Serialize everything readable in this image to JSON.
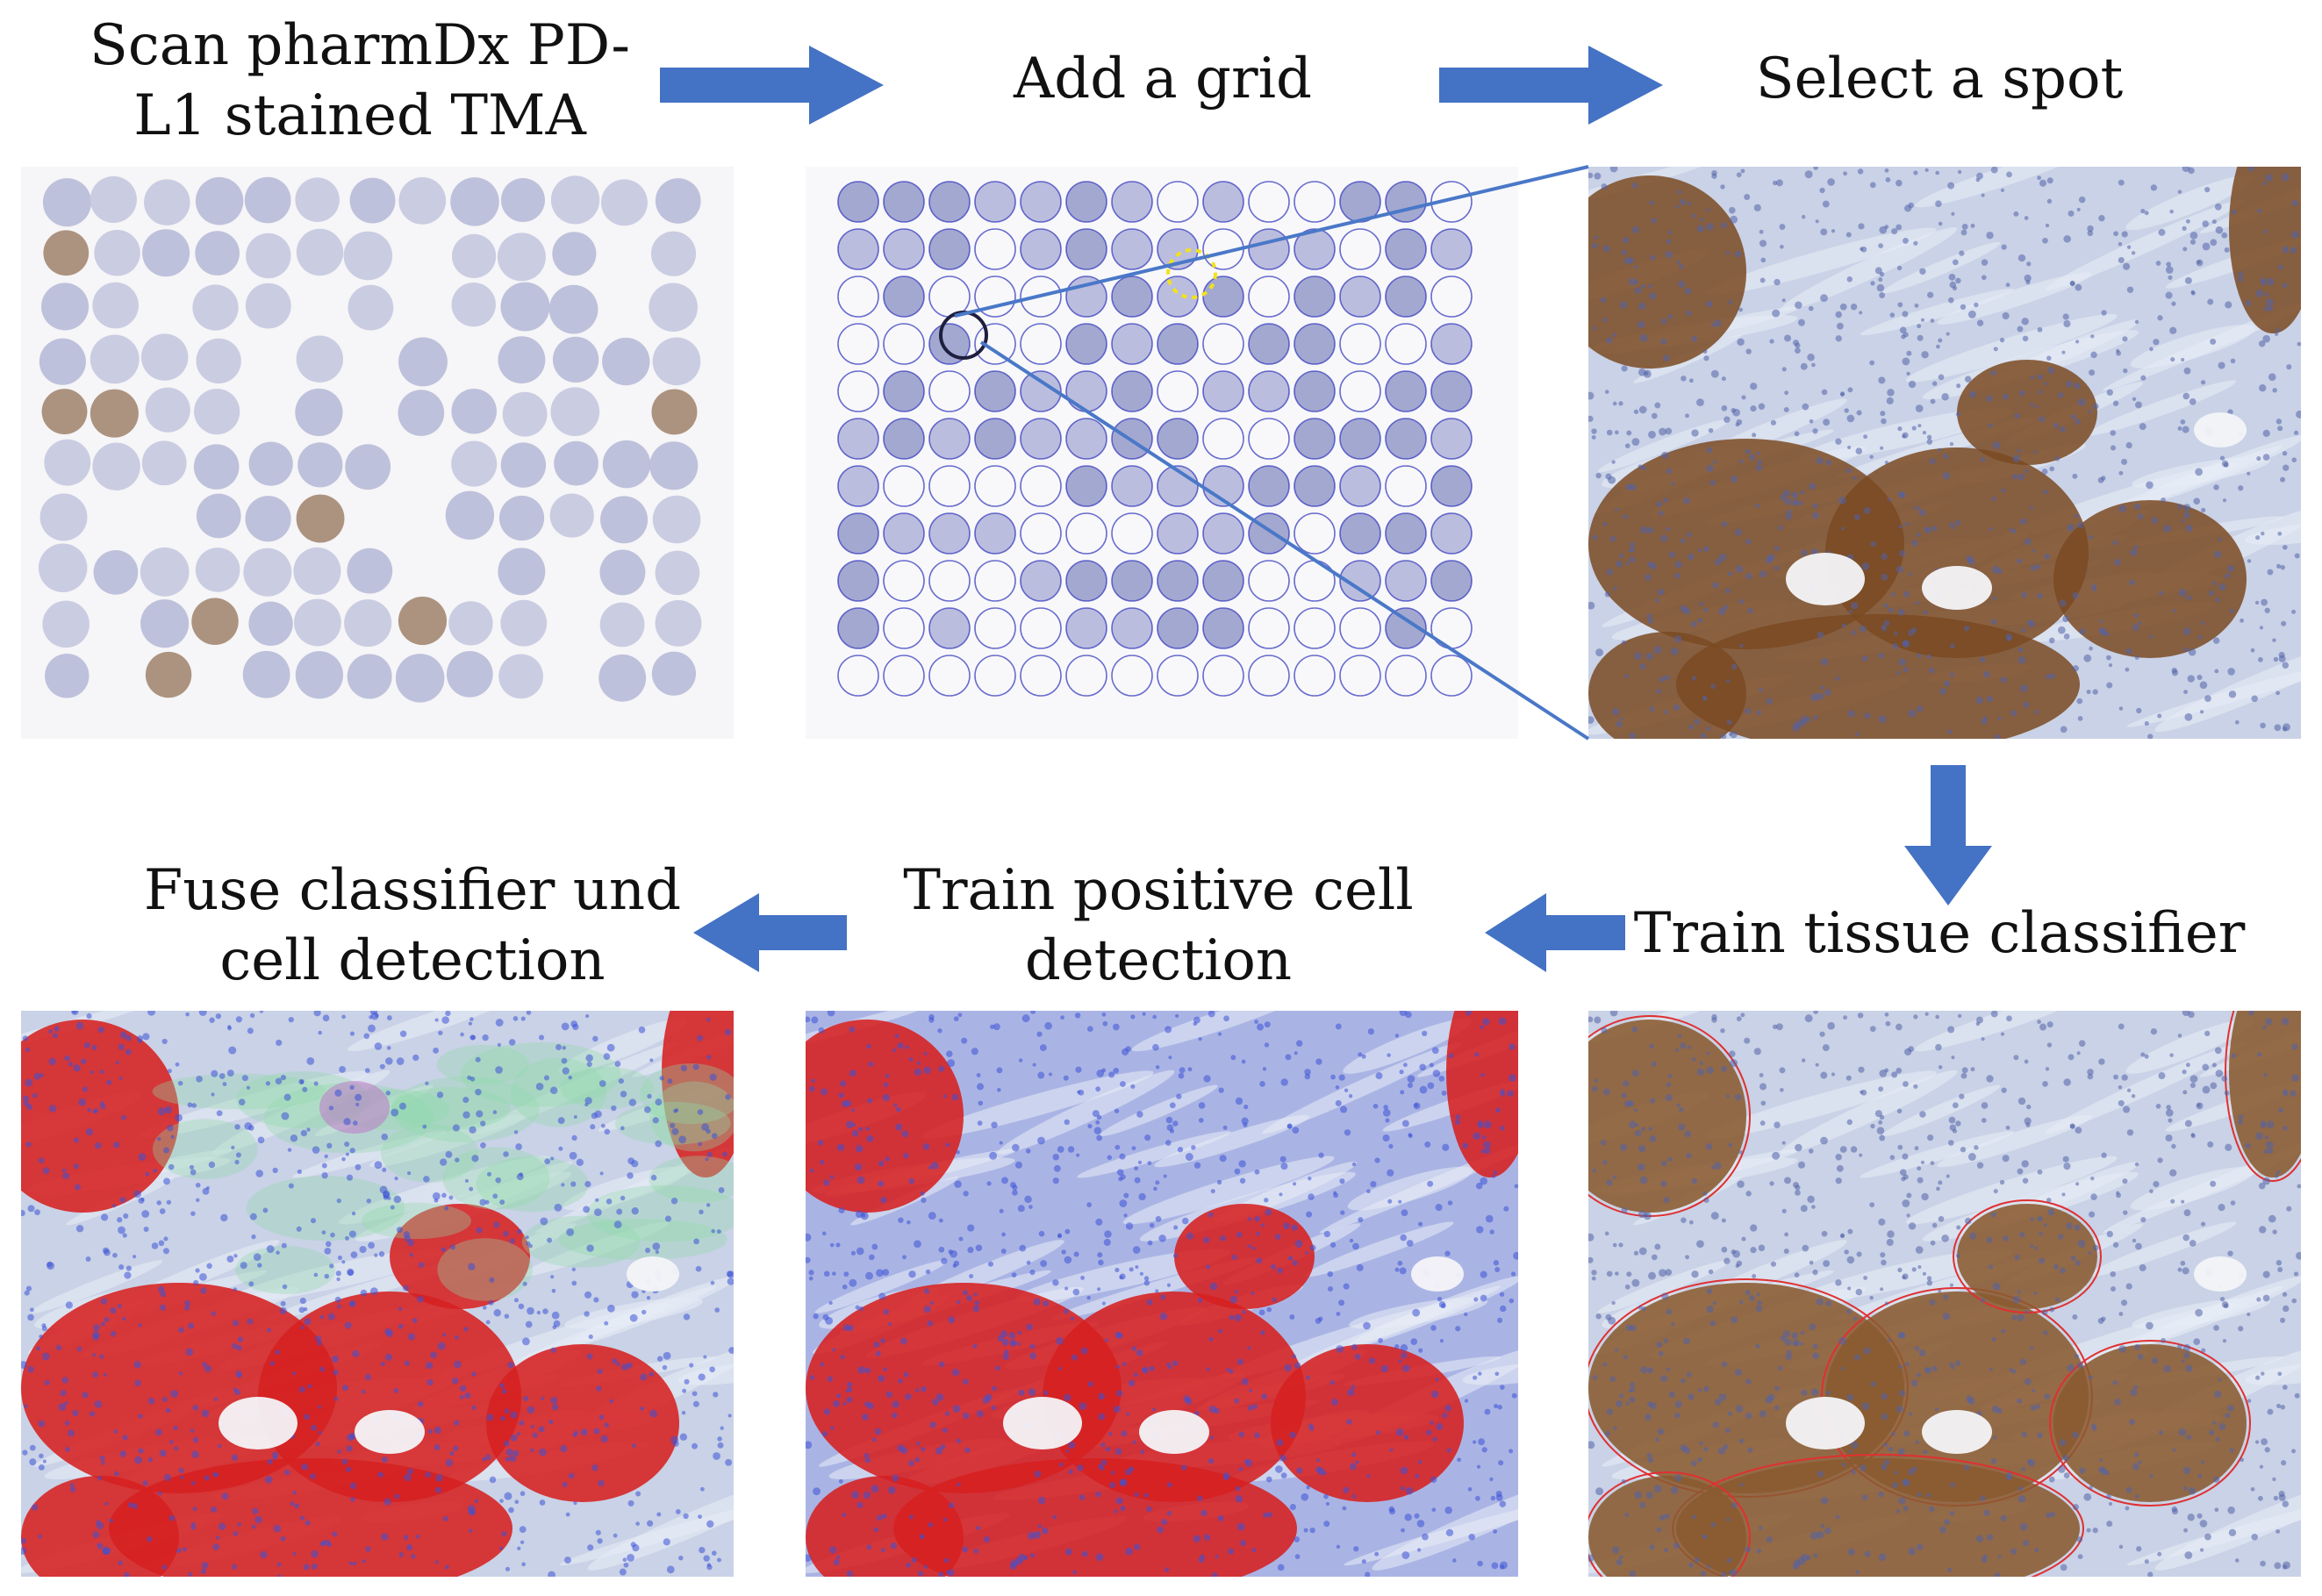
{
  "steps": {
    "scan": {
      "line1": "Scan pharmDx PD-",
      "line2": "L1 stained TMA"
    },
    "grid": {
      "line1": "Add a grid"
    },
    "select": {
      "line1": "Select a spot"
    },
    "tissue": {
      "line1": "Train tissue classifier"
    },
    "positive": {
      "line1": "Train positive cell",
      "line2": "detection"
    },
    "fuse": {
      "line1": "Fuse classifier und",
      "line2": "cell detection"
    }
  },
  "colors": {
    "arrow": "#4472c4",
    "zoom_line": "#4a78c8",
    "hema_bg": "#c9d2e6",
    "dab": "#7a4a22",
    "grid_circle": "#3a3fbf",
    "selected_spot": "#f2e21a",
    "positive_overlay": "#d62020",
    "stroma_overlay": "#8fd9a8",
    "nucleus_overlay": "#3c52d6"
  },
  "icons": {
    "arrow": "block-arrow-icon"
  }
}
